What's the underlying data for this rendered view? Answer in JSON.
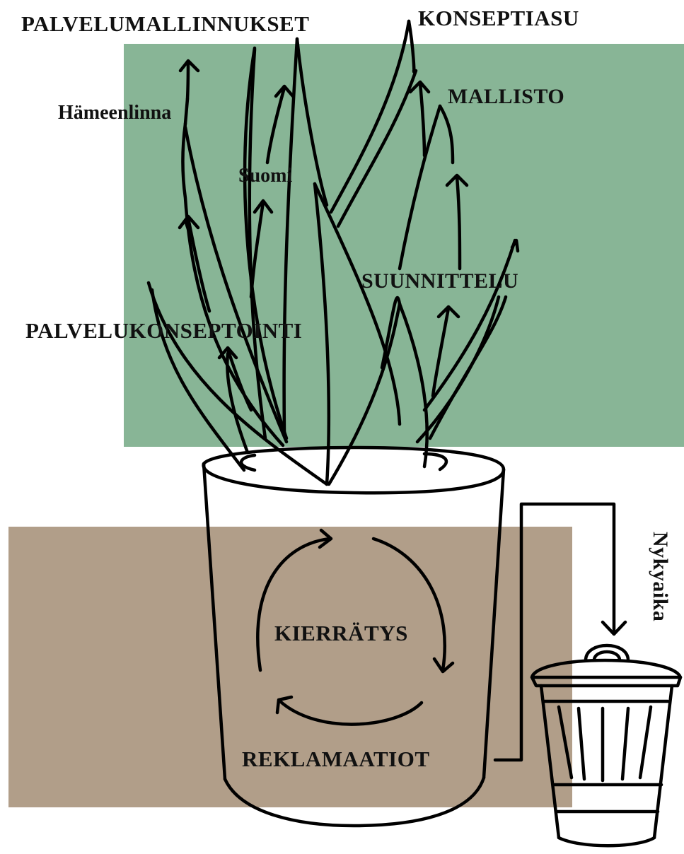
{
  "colors": {
    "upper_block": "#88b596",
    "lower_block": "#b19e89",
    "line": "#000000",
    "background": "#ffffff"
  },
  "labels": {
    "palvelumallinnukset": "PALVELUMALLINNUKSET",
    "konseptiasu": "KONSEPTIASU",
    "mallisto": "MALLISTO",
    "hameenlinna": "Hämeenlinna",
    "suomi": "Suomi",
    "suunnittelu": "SUUNNITTELU",
    "palvelukonseptointi": "PALVELUKONSEPTOINTI",
    "kierratys": "KIERRÄTYS",
    "reklamaatiot": "REKLAMAATIOT",
    "nykyaika": "Nykyaika"
  },
  "icons": [
    "plant-leaves",
    "flower-pot",
    "recycle-cycle-arrows",
    "trash-can",
    "flow-arrow"
  ]
}
